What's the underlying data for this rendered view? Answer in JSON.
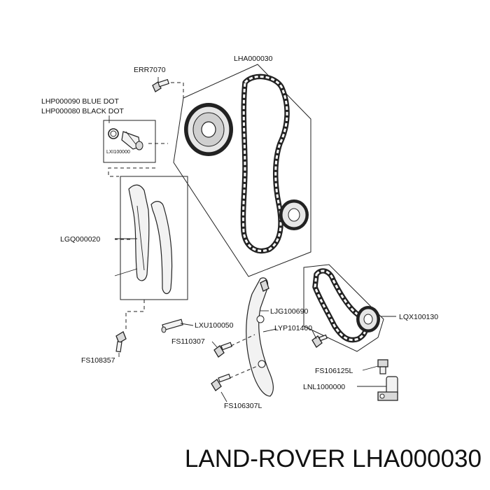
{
  "labels": {
    "err": "ERR7070",
    "lha": "LHA000030",
    "lhp_blue": "LHP000090 BLUE DOT",
    "lhp_black": "LHP000080 BLACK DOT",
    "lxi": "LXI100000",
    "lgq": "LGQ000020",
    "ljg": "LJG100690",
    "lqx": "LQX100130",
    "lxu": "LXU100050",
    "lyp": "LYP101400",
    "fs110307": "FS110307",
    "fs108357": "FS108357",
    "fs106125l": "FS106125L",
    "lnl": "LNL1000000",
    "fs106307l": "FS106307L"
  },
  "footer": "LAND-ROVER LHA000030"
}
